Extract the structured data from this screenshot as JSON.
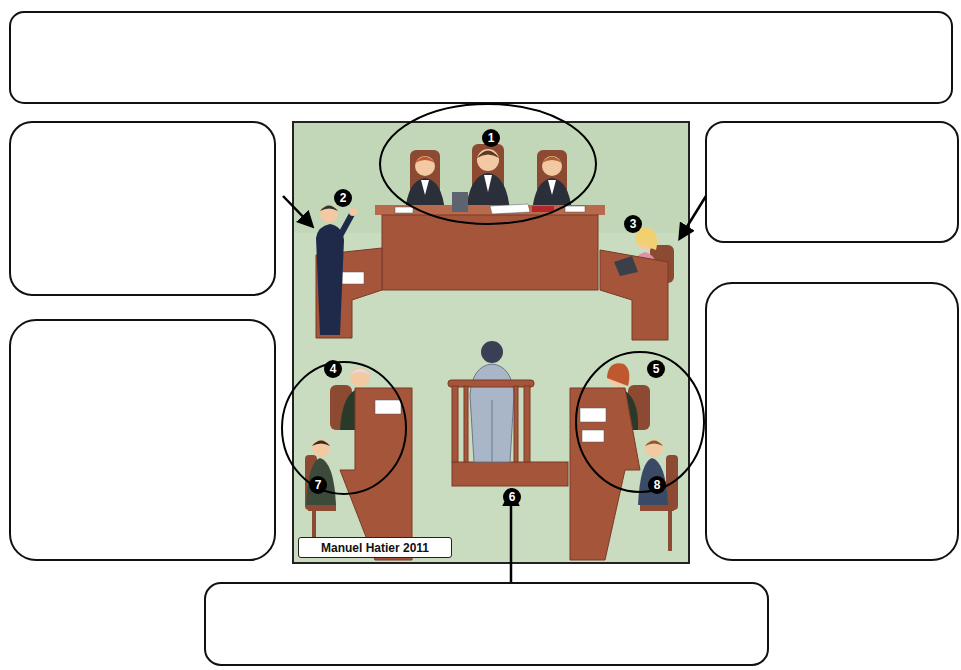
{
  "diagram": {
    "nodes": [
      {
        "text": [
          "1"
        ]
      },
      {
        "text": [
          "2"
        ]
      },
      {
        "text": [
          "3"
        ]
      },
      {
        "text": [
          "4"
        ]
      },
      {
        "text": [
          "5"
        ]
      },
      {
        "text": [
          "7"
        ]
      },
      {
        "text": [
          "6"
        ]
      },
      {
        "text": [
          "8"
        ]
      },
      {
        "text": [
          "Manuel Hatier 2011"
        ]
      }
    ]
  }
}
